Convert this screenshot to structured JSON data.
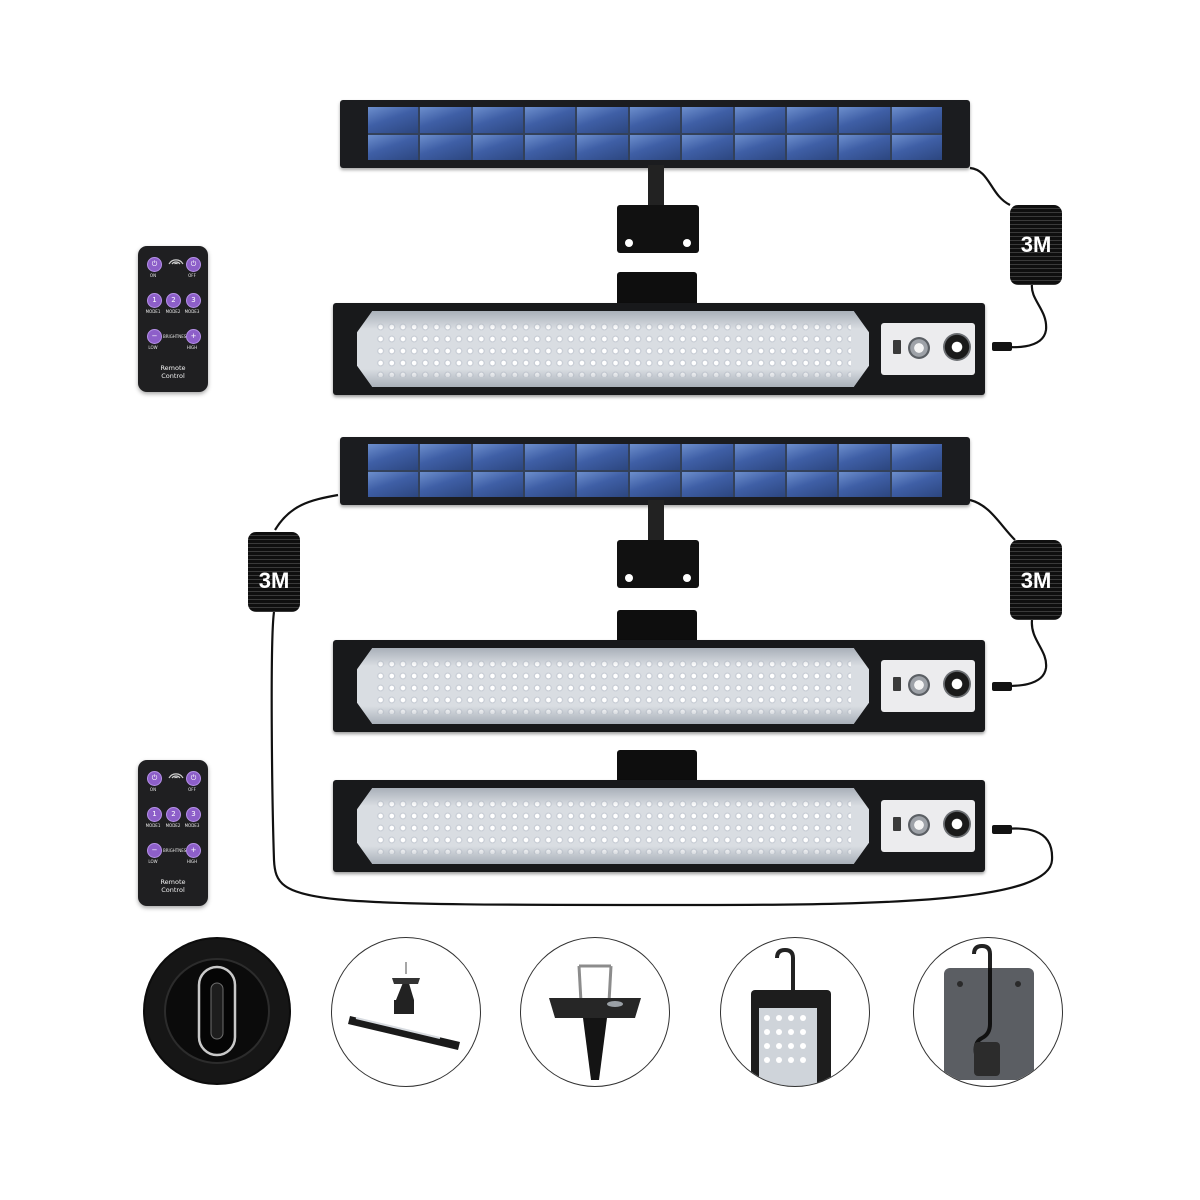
{
  "cable_label": "3M",
  "remote": {
    "on": "ON",
    "off": "OFF",
    "mode1": "MODE1",
    "mode2": "MODE2",
    "mode3": "MODE3",
    "low": "LOW",
    "high": "HIGH",
    "brightness": "BRIGHTNESS",
    "title_line1": "Remote",
    "title_line2": "Control",
    "button_1": "1",
    "button_2": "2",
    "button_3": "3"
  },
  "colors": {
    "remote_button": "#8d5fc9",
    "panel_cell": "#3f5fa6",
    "body": "#18191b"
  },
  "accessories": [
    "usb-c-port-icon",
    "ground-stake-mount-icon",
    "stake-bracket-icon",
    "hanging-hook-light-icon",
    "wall-hook-plate-icon"
  ]
}
